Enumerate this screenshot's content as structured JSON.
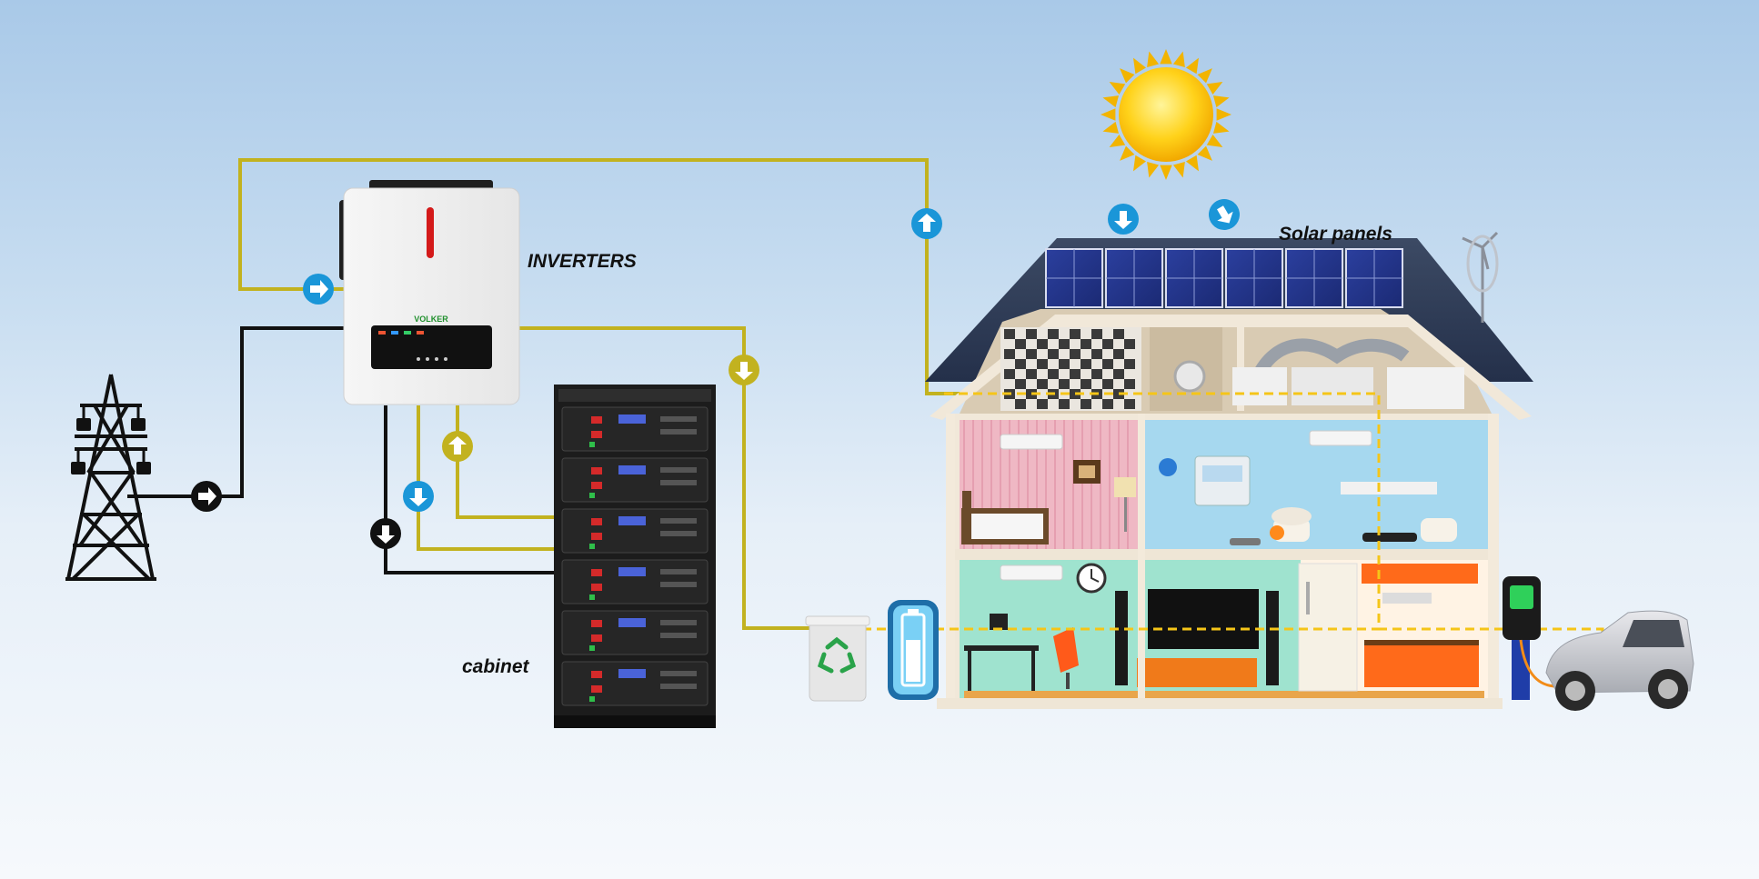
{
  "labels": {
    "inverters": "INVERTERS",
    "cabinet": "cabinet",
    "solar_panels": "Solar panels",
    "inverter_brand": "VOLKER"
  },
  "colors": {
    "ac_line": "#c2b21f",
    "grid_line": "#111111",
    "flow_arrow_blue": "#1a96d8",
    "flow_arrow_olive": "#c2b21f",
    "flow_arrow_black": "#111111",
    "house_dash": "#f5c518",
    "sun": "#ffd21a"
  },
  "icons": {
    "flow": "arrow-circle-icon",
    "tower": "transmission-tower-icon",
    "sun": "sun-icon",
    "recycle": "recycle-icon",
    "battery": "battery-icon"
  }
}
